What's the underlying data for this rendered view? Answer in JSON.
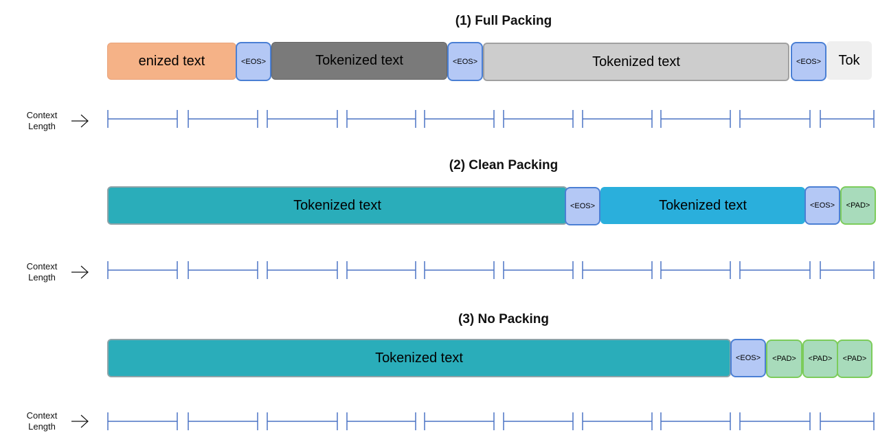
{
  "sections": [
    {
      "title": "(1) Full Packing",
      "segments": [
        {
          "kind": "text",
          "label": "enized text",
          "color": "#f5b287"
        },
        {
          "kind": "eos",
          "label": "<EOS>"
        },
        {
          "kind": "text",
          "label": "Tokenized text",
          "color": "#7a7a7a"
        },
        {
          "kind": "eos",
          "label": "<EOS>"
        },
        {
          "kind": "text",
          "label": "Tokenized text",
          "color": "#cdcdcd"
        },
        {
          "kind": "eos",
          "label": "<EOS>"
        },
        {
          "kind": "text",
          "label": "Tok",
          "color": "#efefef"
        }
      ],
      "context_label": "Context Length"
    },
    {
      "title": "(2) Clean Packing",
      "segments": [
        {
          "kind": "text",
          "label": "Tokenized text",
          "color": "#2aadba"
        },
        {
          "kind": "eos",
          "label": "<EOS>"
        },
        {
          "kind": "text",
          "label": "Tokenized text",
          "color": "#2aafdc"
        },
        {
          "kind": "eos",
          "label": "<EOS>"
        },
        {
          "kind": "pad",
          "label": "<PAD>"
        }
      ],
      "context_label": "Context Length"
    },
    {
      "title": "(3) No Packing",
      "segments": [
        {
          "kind": "text",
          "label": "Tokenized text",
          "color": "#2aadba"
        },
        {
          "kind": "eos",
          "label": "<EOS>"
        },
        {
          "kind": "pad",
          "label": "<PAD>"
        },
        {
          "kind": "pad",
          "label": "<PAD>"
        },
        {
          "kind": "pad",
          "label": "<PAD>"
        }
      ],
      "context_label": "Context Length"
    }
  ],
  "colors": {
    "ruler": "#4a72c4",
    "eos_fill": "#b4c8f5",
    "eos_border": "#4a7fd4",
    "pad_fill": "#a8dbbb",
    "pad_border": "#7ccc5a"
  }
}
